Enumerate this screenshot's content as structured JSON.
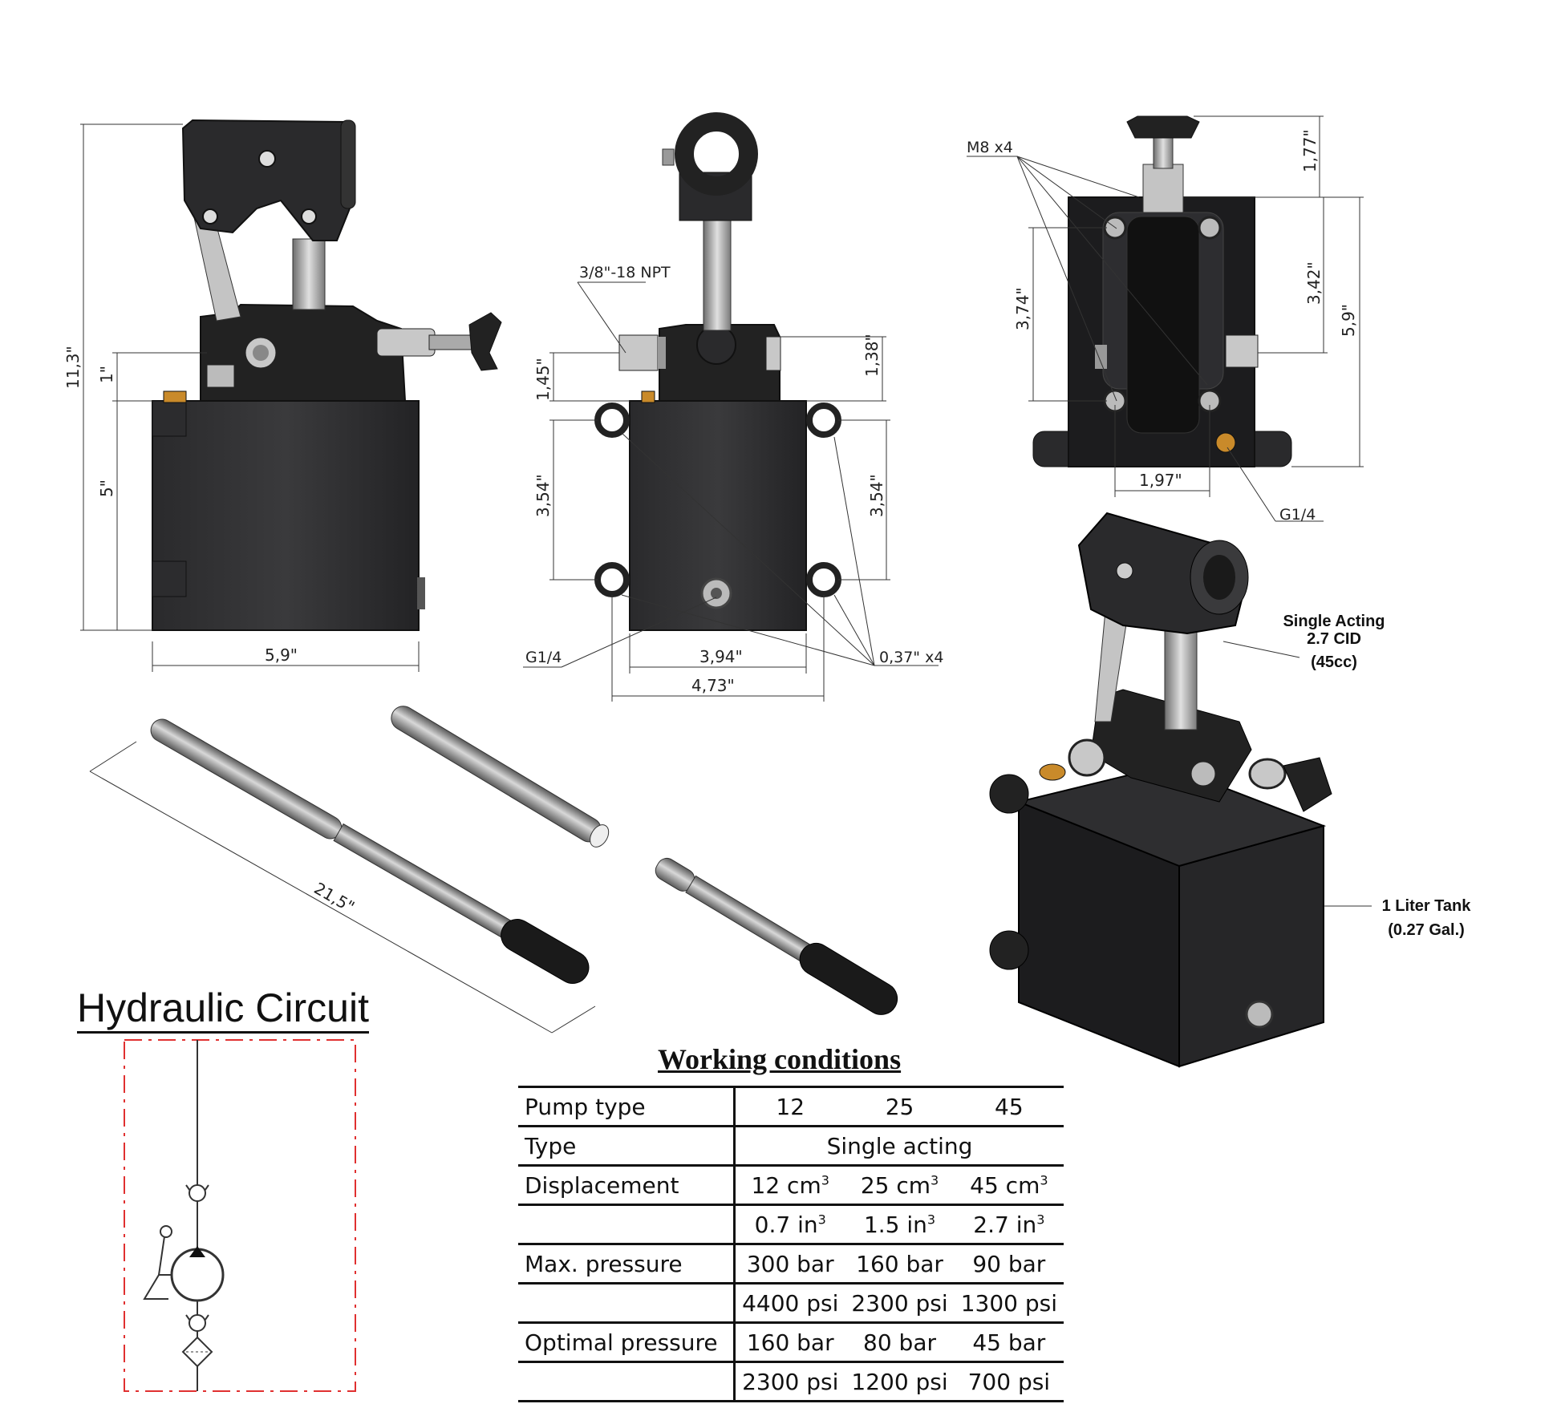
{
  "dimensions": {
    "front_total_height": "11,3\"",
    "front_valve_height": "1\"",
    "front_tank_height": "5\"",
    "front_tank_width": "5,9\"",
    "side_port_thread": "3/8\"-18 NPT",
    "side_left_port_height": "1,45\"",
    "side_right_port_height": "1,38\"",
    "side_left_hole_spacing": "3,54\"",
    "side_right_hole_spacing": "3,54\"",
    "side_bottom_port": "G1/4",
    "side_hole_spacing_width": "3,94\"",
    "side_overall_width": "4,73\"",
    "side_hole_diameter": "0,37\" x4",
    "top_bolts": "M8 x4",
    "top_knob_height": "1,77\"",
    "top_port_height": "3,42\"",
    "top_total_height": "5,9\"",
    "top_left_height": "3,74\"",
    "top_center_width": "1,97\"",
    "top_port": "G1/4",
    "handle_length": "21,5\""
  },
  "iso_callouts": {
    "pump_line1": "Single Acting",
    "pump_line2": "2.7 CID",
    "pump_line3": "(45cc)",
    "tank_line1": "1 Liter Tank",
    "tank_line2": "(0.27 Gal.)"
  },
  "circuit": {
    "title": "Hydraulic Circuit"
  },
  "working_conditions": {
    "title": "Working conditions",
    "rows": [
      {
        "label": "Pump type",
        "values": [
          "12",
          "25",
          "45"
        ]
      },
      {
        "label": "Type",
        "span": "Single acting"
      },
      {
        "label": "Displacement",
        "values": [
          "12 cm",
          "25 cm",
          "45 cm"
        ],
        "sup": "3"
      },
      {
        "label": "",
        "values": [
          "0.7 in",
          "1.5 in",
          "2.7 in"
        ],
        "sup": "3"
      },
      {
        "label": "Max. pressure",
        "values": [
          "300 bar",
          "160 bar",
          "90 bar"
        ]
      },
      {
        "label": "",
        "values": [
          "4400 psi",
          "2300 psi",
          "1300  psi"
        ]
      },
      {
        "label": "Optimal pressure",
        "values": [
          "160 bar",
          "80 bar",
          "45  bar"
        ]
      },
      {
        "label": "",
        "values": [
          "2300 psi",
          "1200 psi",
          "700   psi"
        ]
      }
    ]
  },
  "colors": {
    "body": "#1c1c1e",
    "metal": "#b8b8b8",
    "circuit_frame": "#e03030",
    "brass": "#c98a2a"
  }
}
